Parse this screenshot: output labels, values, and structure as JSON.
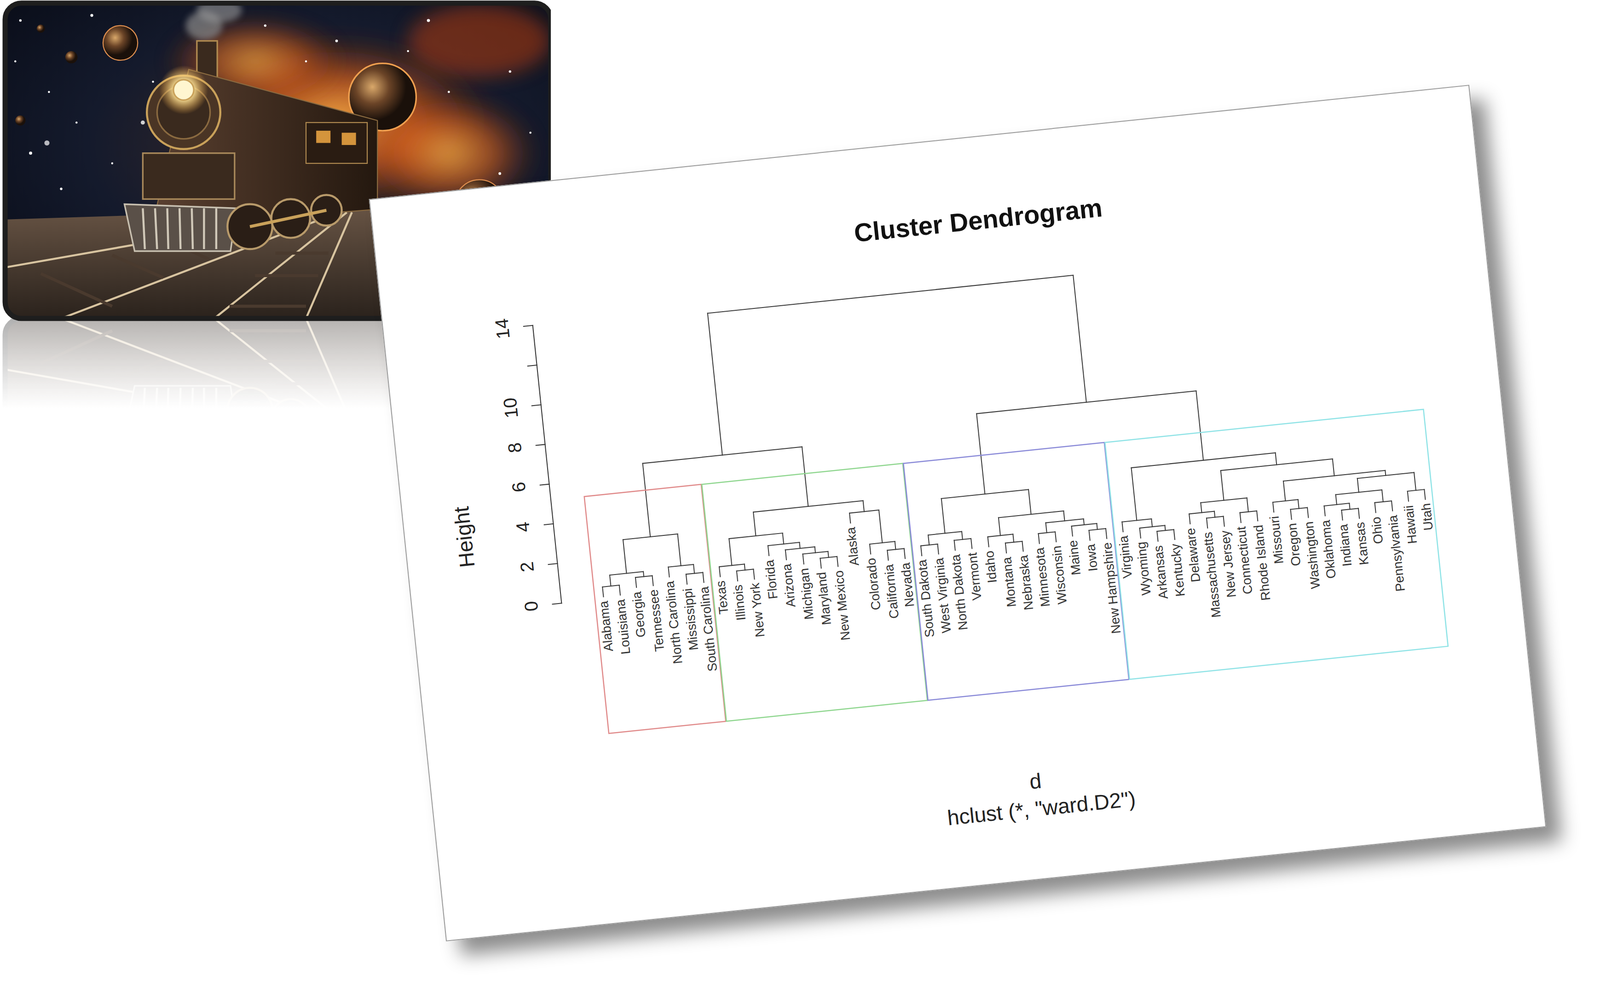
{
  "diagram": {
    "title": "Cluster Dendrogram",
    "labels": [
      "Height",
      "14",
      "10",
      "8",
      "6",
      "4",
      "2",
      "0",
      "Alabama",
      "Louisiana",
      "Georgia",
      "Tennessee",
      "North Carolina",
      "Mississippi",
      "South Carolina",
      "Texas",
      "Illinois",
      "New York",
      "Florida",
      "Arizona",
      "Michigan",
      "Maryland",
      "New Mexico",
      "Alaska",
      "Colorado",
      "California",
      "Nevada",
      "South Dakota",
      "West Virginia",
      "North Dakota",
      "Vermont",
      "Idaho",
      "Montana",
      "Nebraska",
      "Minnesota",
      "Wisconsin",
      "Maine",
      "Iowa",
      "New Hampshire",
      "Virginia",
      "Wyoming",
      "Arkansas",
      "Kentucky",
      "Delaware",
      "Massachusetts",
      "New Jersey",
      "Connecticut",
      "Rhode Island",
      "Missouri",
      "Oregon",
      "Washington",
      "Oklahoma",
      "Indiana",
      "Kansas",
      "Ohio",
      "Pennsylvania",
      "Hawaii",
      "Utah",
      "d",
      "hclust (*, \"ward.D2\")"
    ]
  }
}
